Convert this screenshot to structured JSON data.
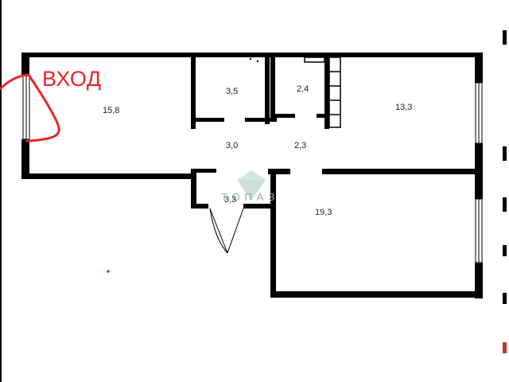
{
  "plan": {
    "entrance_label": "ВХОД",
    "watermark": "ТОПАЗ",
    "rooms": [
      {
        "id": "room-15-8",
        "area": "15,8"
      },
      {
        "id": "room-3-5",
        "area": "3,5"
      },
      {
        "id": "room-2-4",
        "area": "2,4"
      },
      {
        "id": "room-13-3",
        "area": "13,3"
      },
      {
        "id": "room-3-0",
        "area": "3,0"
      },
      {
        "id": "room-2-3",
        "area": "2,3"
      },
      {
        "id": "room-3-3",
        "area": "3,3"
      },
      {
        "id": "room-19-3",
        "area": "19,3"
      }
    ]
  },
  "colors": {
    "wall": "#000000",
    "annotation": "#e8262b",
    "watermark": "#9aa6b2"
  }
}
